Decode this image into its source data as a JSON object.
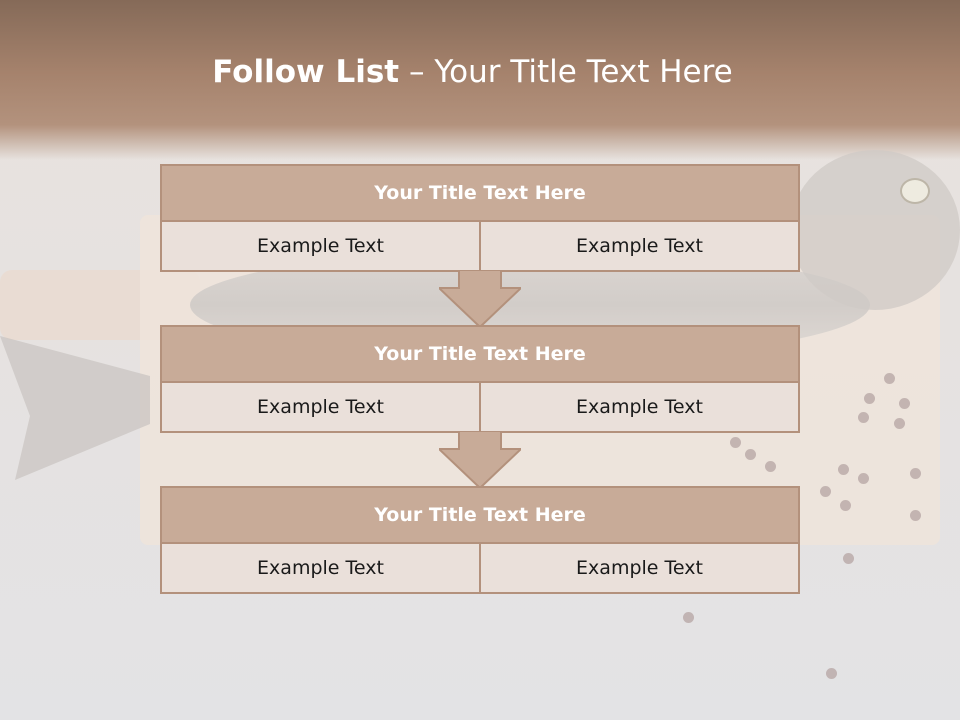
{
  "title": {
    "bold": "Follow List",
    "rest": "– Your Title Text Here"
  },
  "blocks": [
    {
      "title": "Your Title Text Here",
      "left": "Example Text",
      "right": "Example Text"
    },
    {
      "title": "Your Title Text Here",
      "left": "Example Text",
      "right": "Example Text"
    },
    {
      "title": "Your Title Text Here",
      "left": "Example Text",
      "right": "Example Text"
    }
  ],
  "colors": {
    "header": "#a5826c",
    "block_title": "#c8ab98",
    "block_row": "#eae0da",
    "border": "#b3917c"
  }
}
